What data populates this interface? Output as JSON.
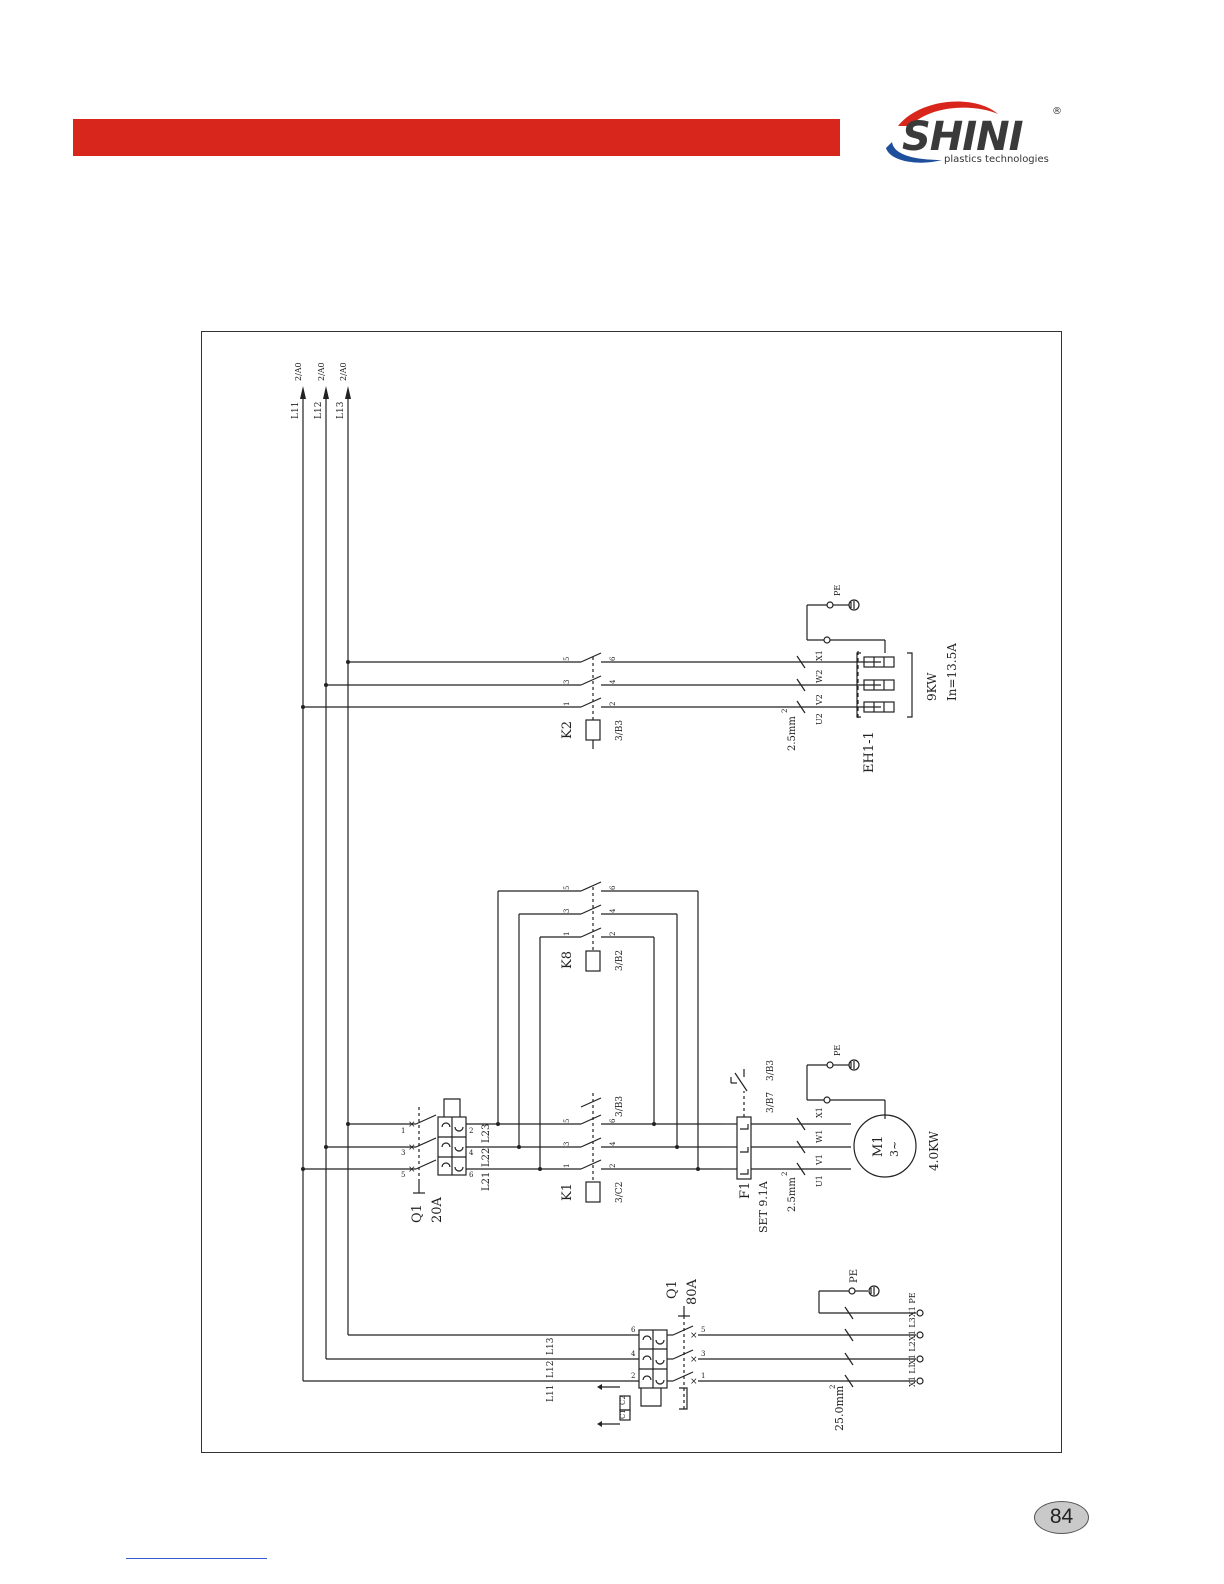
{
  "colors": {
    "header_bar": "#d9261c",
    "logo_red": "#d9261c",
    "logo_blue": "#1d4f9c",
    "wire": "#222222"
  },
  "logo": {
    "brand": "SHINI",
    "tagline": "plastics technologies",
    "registered": "®"
  },
  "page_number": "84",
  "bus": {
    "lines": [
      "L11",
      "L12",
      "L13"
    ],
    "refs": [
      "2/A0",
      "2/A0",
      "2/A0"
    ]
  },
  "heater_circuit": {
    "contactor": "K2",
    "coil_ref": "3/B3",
    "pin_numbers": [
      "5",
      "3",
      "1",
      "6",
      "4",
      "2"
    ],
    "cable": "2.5mm",
    "cable_exp": "2",
    "terminals": [
      "X1",
      "W2",
      "V2",
      "U2"
    ],
    "pe": "PE",
    "heater": "EH1-1",
    "power": "9KW",
    "current": "In=13.5A"
  },
  "motor_circuit": {
    "breaker": "Q1",
    "breaker_rating": "20A",
    "breaker_pins": [
      "1",
      "3",
      "5",
      "2",
      "4",
      "6"
    ],
    "lines": [
      "L23",
      "L22",
      "L21"
    ],
    "contactor_k1": "K1",
    "k1_coil_ref": "3/C2",
    "k1_aux_ref": "3/B3",
    "contactor_k8": "K8",
    "k8_coil_ref": "3/B2",
    "pin_numbers": [
      "5",
      "3",
      "1",
      "6",
      "4",
      "2"
    ],
    "overload": "F1",
    "overload_set": "SET 9.1A",
    "overload_refs": [
      "3/B7",
      "3/B3"
    ],
    "cable": "2.5mm",
    "cable_exp": "2",
    "terminals": [
      "X1",
      "W1",
      "V1",
      "U1"
    ],
    "pe": "PE",
    "motor": "M1",
    "motor_phase": "3~",
    "power": "4.0KW"
  },
  "main_supply": {
    "breaker": "Q1",
    "breaker_rating": "80A",
    "breaker_pins": [
      "6",
      "4",
      "2",
      "5",
      "3",
      "1"
    ],
    "lines": [
      "L11",
      "L12",
      "L13"
    ],
    "aux_contacts": [
      "C2",
      "C1"
    ],
    "cable": "25.0mm",
    "cable_exp": "2",
    "terminals": [
      "X1 PE",
      "X1 L3",
      "X1 L2",
      "X1 L1"
    ],
    "pe": "PE"
  }
}
